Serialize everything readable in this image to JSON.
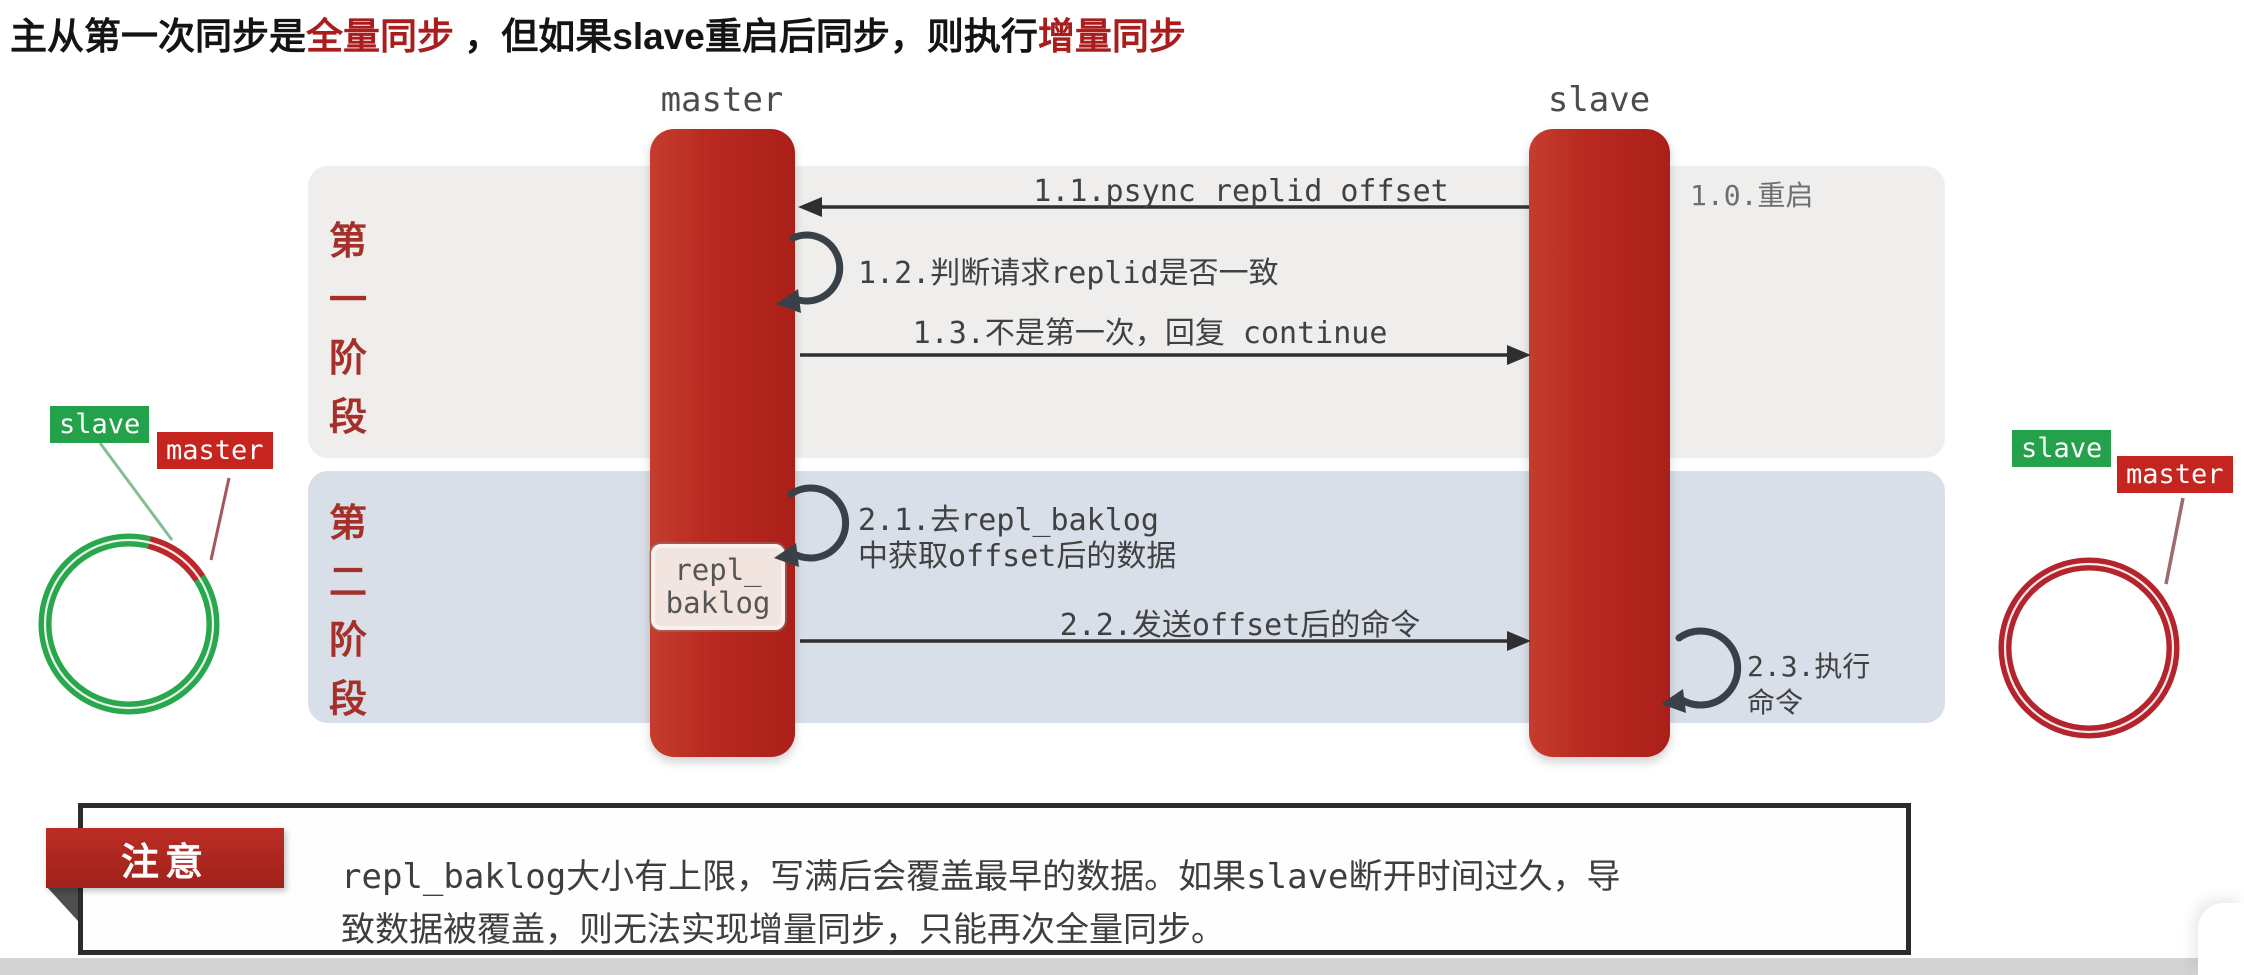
{
  "title": {
    "part1": "主从第一次同步是",
    "highlight1": "全量同步",
    "part2": " ，但如果slave重启后同步，则执行",
    "highlight2": "增量同步"
  },
  "lifelines": {
    "master": "master",
    "slave": "slave"
  },
  "phases": {
    "phase1": {
      "chars": [
        "第",
        "一",
        "阶",
        "段"
      ]
    },
    "phase2": {
      "chars": [
        "第",
        "二",
        "阶",
        "段"
      ]
    }
  },
  "messages": {
    "m10": "1.0.重启",
    "m11": "1.1.psync replid offset",
    "m12": "1.2.判断请求replid是否一致",
    "m13": "1.3.不是第一次，回复 continue",
    "m21a": "2.1.去repl_baklog",
    "m21b": "中获取offset后的数据",
    "m22": "2.2.发送offset后的命令",
    "m23a": "2.3.执行",
    "m23b": "命令"
  },
  "repl_box": {
    "line1": "repl_",
    "line2": "baklog"
  },
  "ring_left": {
    "slave_tag": "slave",
    "master_tag": "master"
  },
  "ring_right": {
    "slave_tag": "slave",
    "master_tag": "master"
  },
  "note": {
    "badge": "注意",
    "line1": "repl_baklog大小有上限，写满后会覆盖最早的数据。如果slave断开时间过久，导",
    "line2": "致数据被覆盖，则无法实现增量同步，只能再次全量同步。"
  },
  "colors": {
    "bar_red": "#b92a21",
    "phase1_bg": "#efeeec",
    "phase2_bg": "#d8dfe9",
    "phase_label_red": "#a5302a",
    "highlight_red": "#ab1c1c",
    "ring_green": "#28a74c",
    "ring_red": "#b4242c",
    "tag_green": "#23a24b",
    "tag_red": "#c6241e",
    "ribbon_red": "#b02a21",
    "arrow_dark": "#2f2f2f"
  }
}
